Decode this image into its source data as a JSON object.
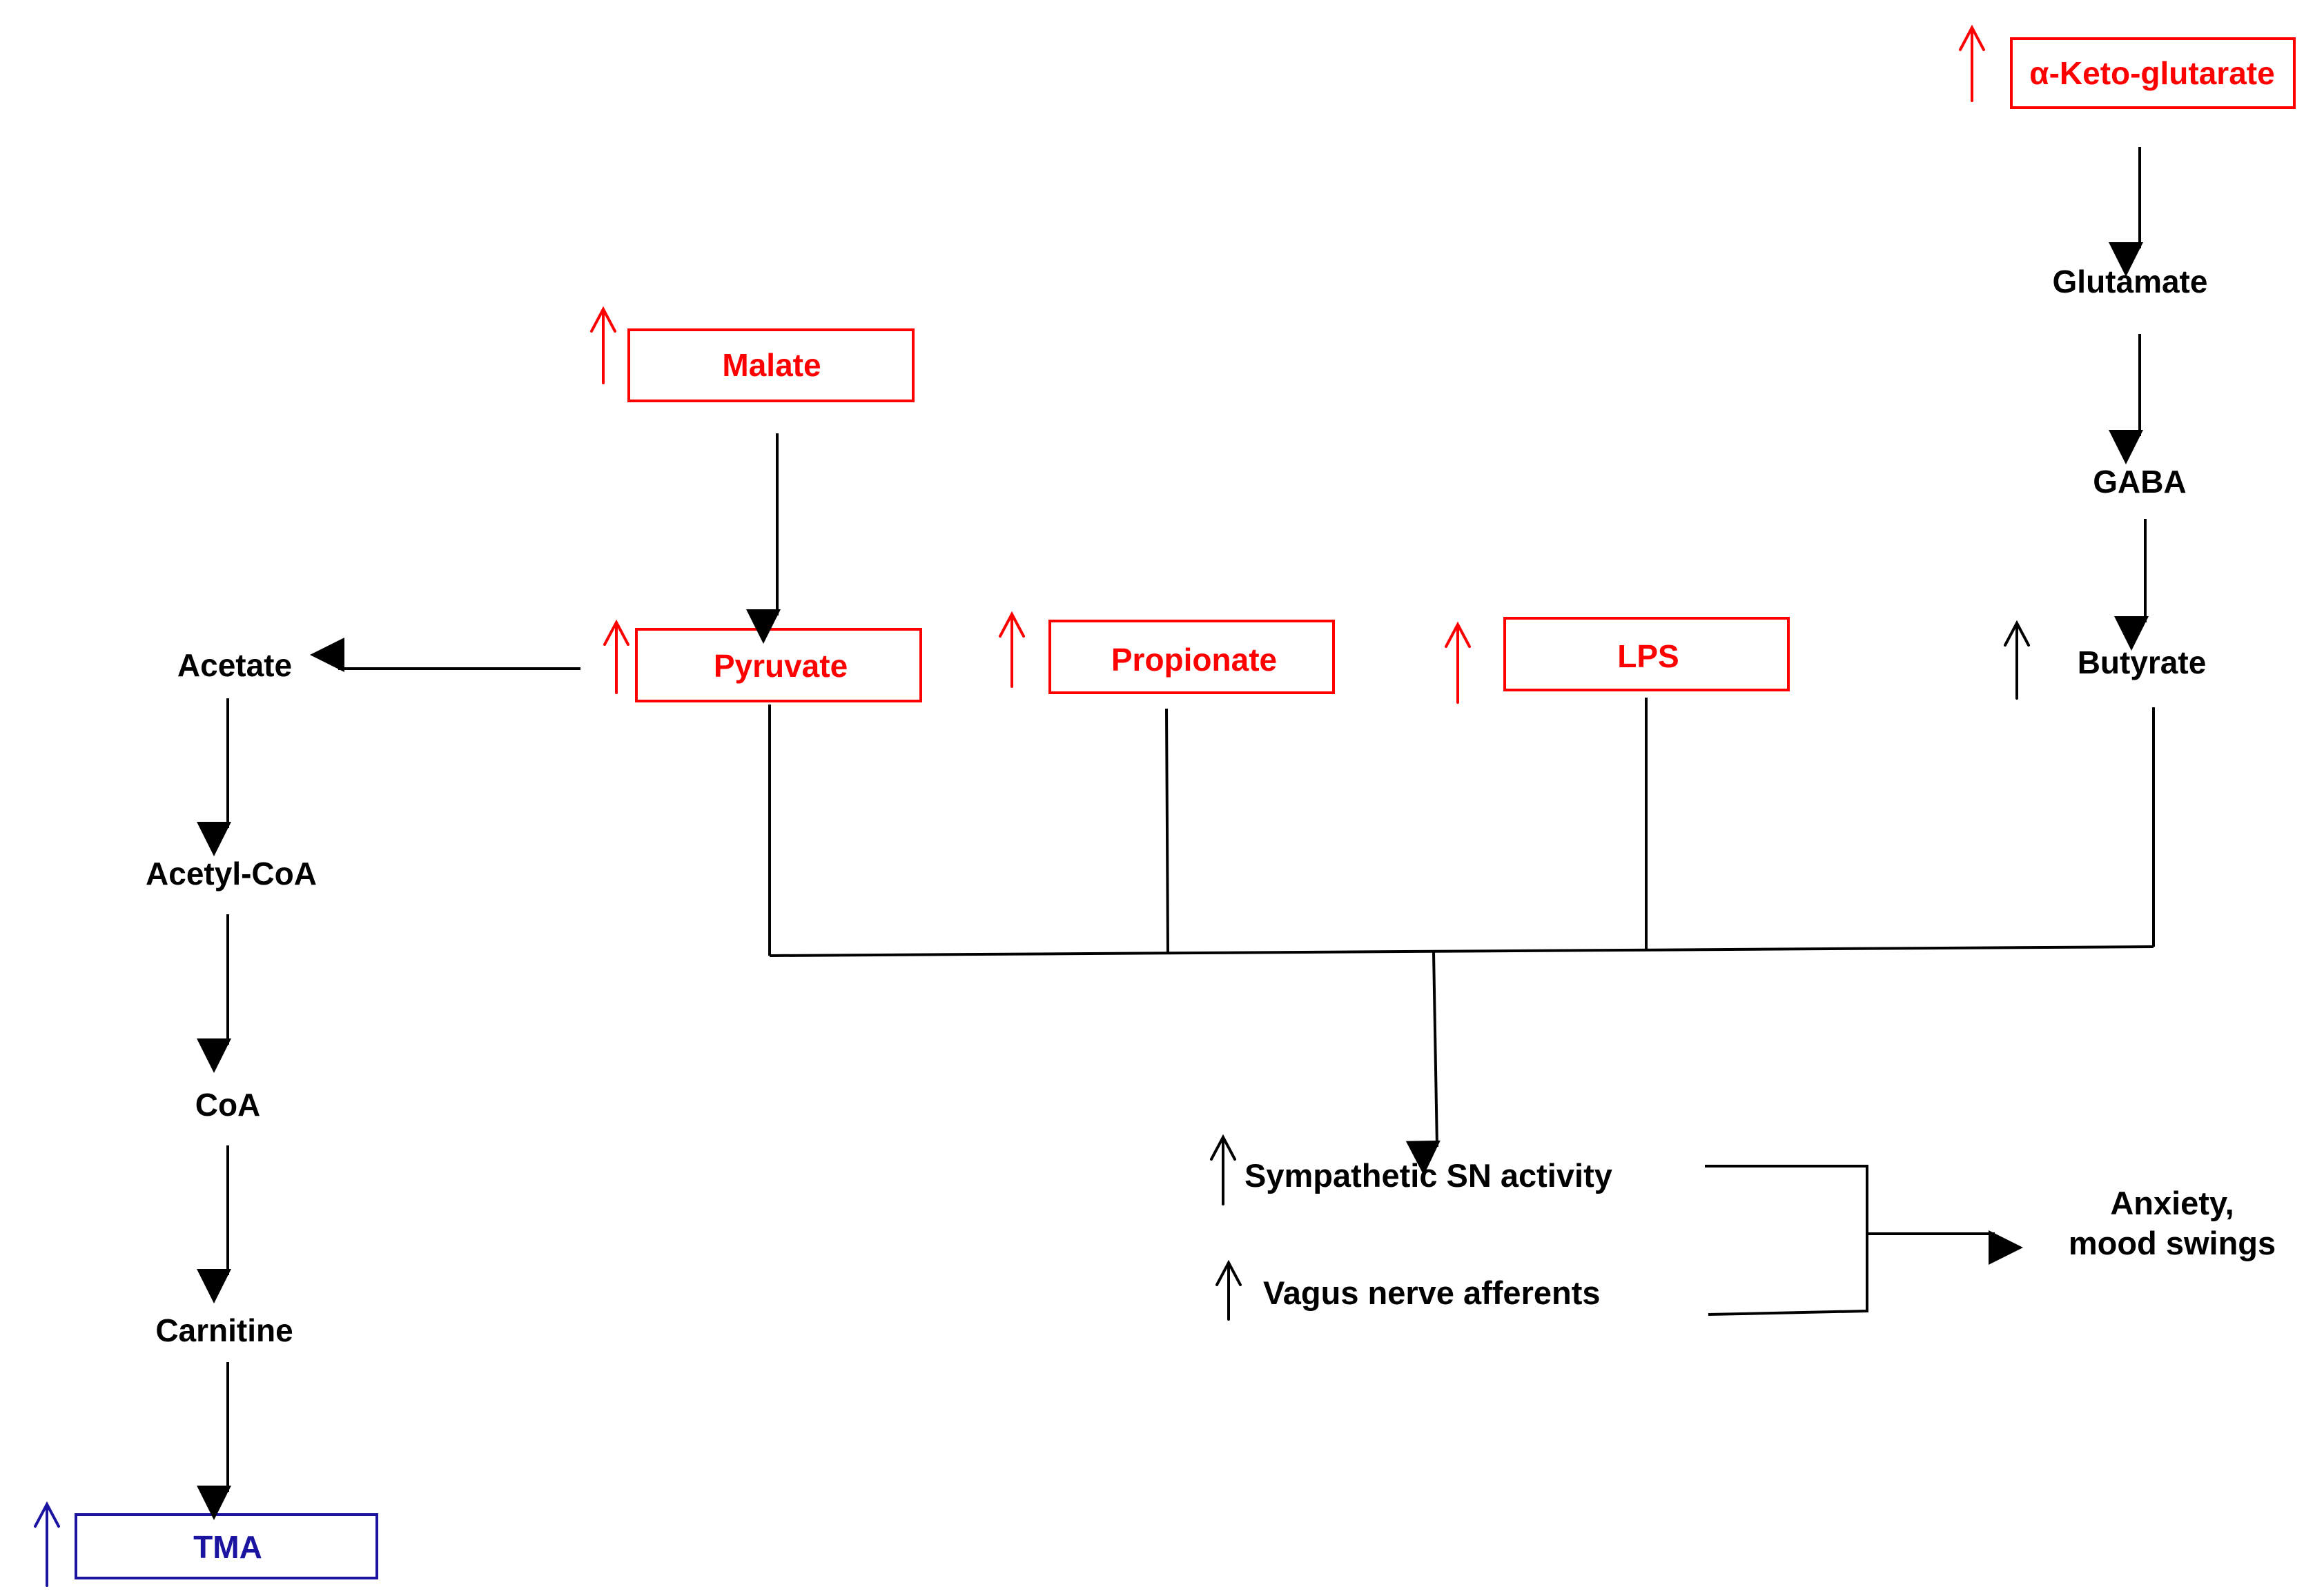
{
  "colors": {
    "red": "#ff0000",
    "blue": "#1a14a0",
    "black": "#000000"
  },
  "nodes": {
    "akg": "α-Keto-glutarate",
    "glutamate": "Glutamate",
    "gaba": "GABA",
    "butyrate": "Butyrate",
    "malate": "Malate",
    "pyruvate": "Pyruvate",
    "propionate": "Propionate",
    "lps": "LPS",
    "acetate": "Acetate",
    "acetyl_coa": "Acetyl-CoA",
    "coa": "CoA",
    "carnitine": "Carnitine",
    "tma": "TMA",
    "sympathetic": "Sympathetic SN activity",
    "vagus": "Vagus nerve afferents",
    "outcome_line1": "Anxiety,",
    "outcome_line2": "mood swings"
  },
  "increase_markers": {
    "akg": "increased",
    "malate": "increased",
    "pyruvate": "increased",
    "propionate": "increased",
    "lps": "increased",
    "butyrate": "increased",
    "tma": "increased",
    "sympathetic": "increased",
    "vagus": "increased"
  }
}
